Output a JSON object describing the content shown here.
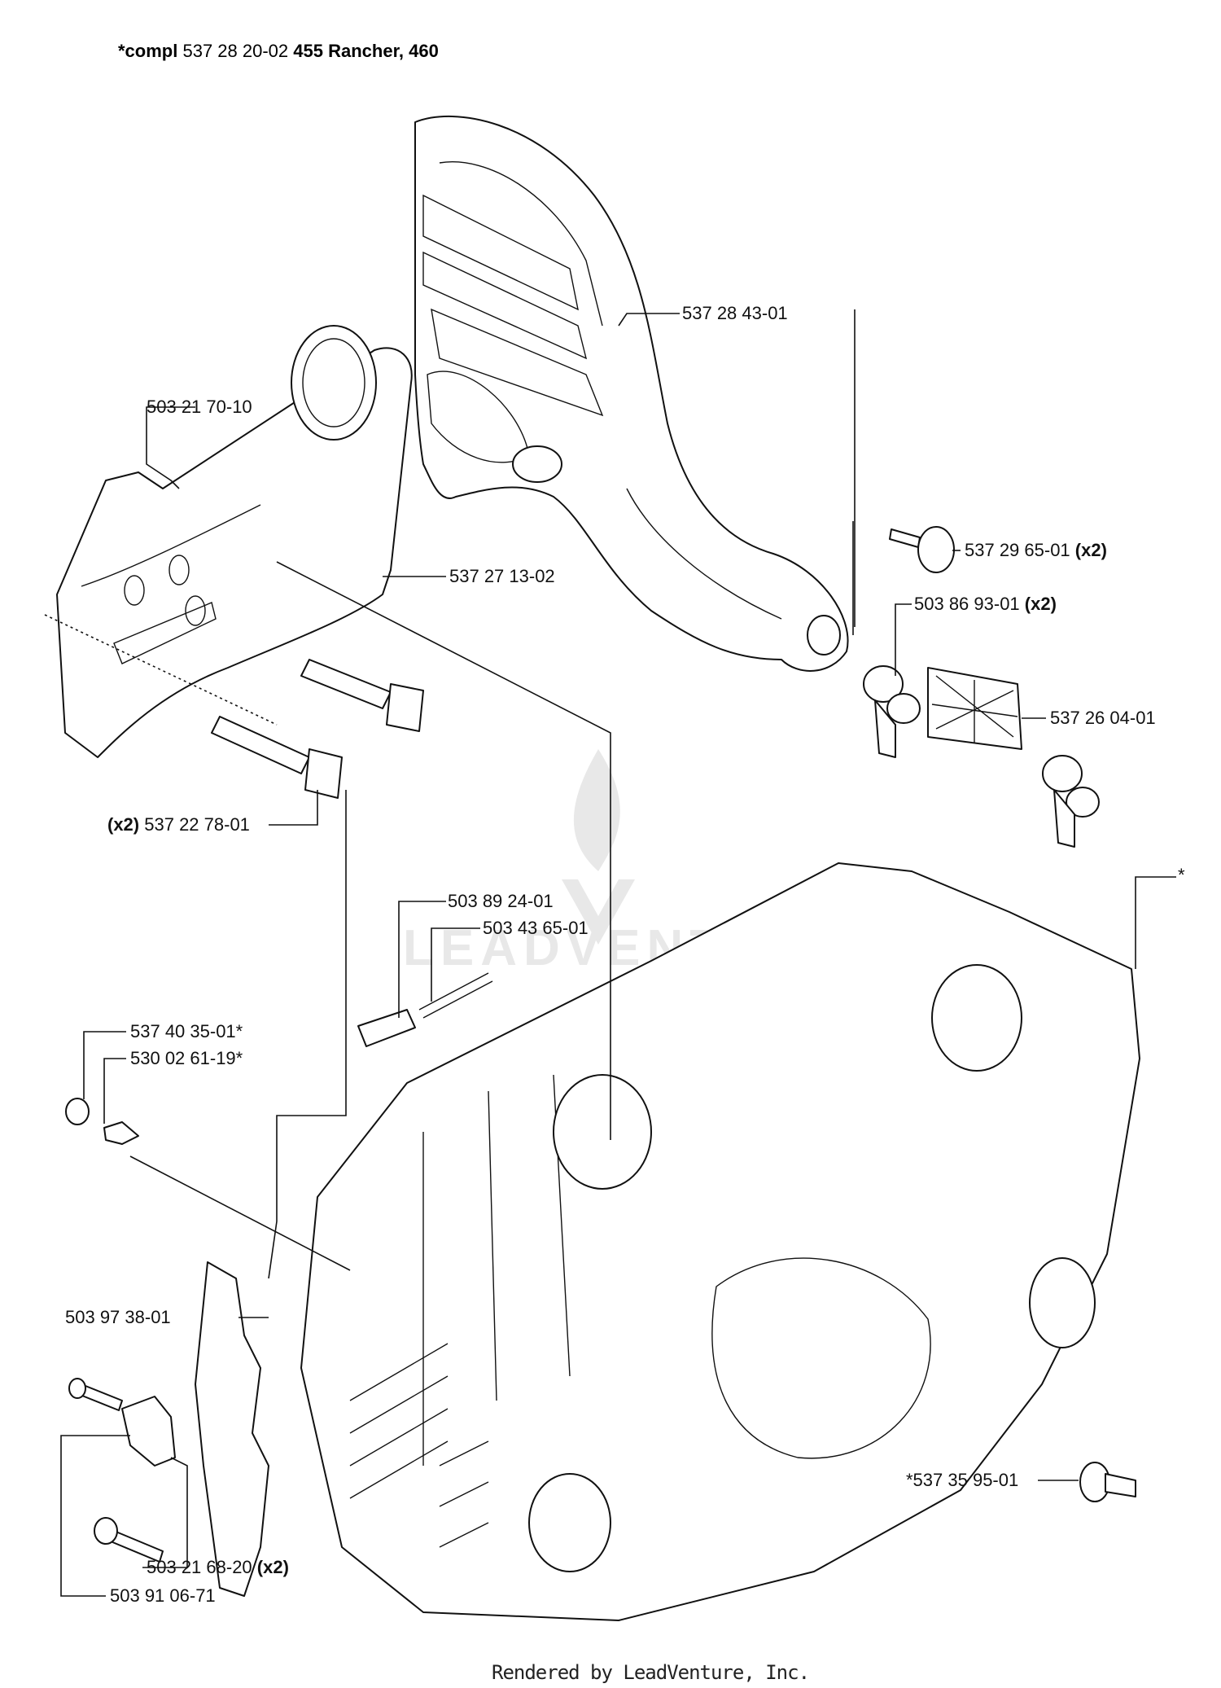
{
  "header": {
    "prefix": "*compl",
    "part_number": "537 28 20-02",
    "models": "455 Rancher, 460"
  },
  "watermark": {
    "text": "LEADVENTURE"
  },
  "footer": {
    "text": "Rendered by LeadVenture, Inc."
  },
  "callouts": [
    {
      "id": "front-handle-guard",
      "part": "537 28 43-01",
      "qty": ""
    },
    {
      "id": "screw-chain-brake",
      "part": "503 21 70-10",
      "qty": ""
    },
    {
      "id": "clutch-cover",
      "part": "537 27 13-02",
      "qty": ""
    },
    {
      "id": "handle-screw",
      "part": "537 29 65-01",
      "qty": "(x2)"
    },
    {
      "id": "av-element-top",
      "part": "503 86 93-01",
      "qty": "(x2)"
    },
    {
      "id": "air-filter-mesh",
      "part": "537 26 04-01",
      "qty": ""
    },
    {
      "id": "bar-bolt",
      "part": "537 22 78-01",
      "qty": "(x2)"
    },
    {
      "id": "crankcase",
      "part": "*",
      "qty": ""
    },
    {
      "id": "chain-tensioner",
      "part": "503 89 24-01",
      "qty": ""
    },
    {
      "id": "tensioner-spring",
      "part": "503 43 65-01",
      "qty": ""
    },
    {
      "id": "nut",
      "part": "537 40 35-01*",
      "qty": ""
    },
    {
      "id": "guide-pin",
      "part": "530 02 61-19*",
      "qty": ""
    },
    {
      "id": "spike-bumper",
      "part": "503 97 38-01",
      "qty": ""
    },
    {
      "id": "spike-screw",
      "part": "503 21 68-20",
      "qty": "(x2)"
    },
    {
      "id": "chain-catcher",
      "part": "503 91 06-71",
      "qty": ""
    },
    {
      "id": "av-plug",
      "part": "*537 35 95-01",
      "qty": ""
    }
  ]
}
